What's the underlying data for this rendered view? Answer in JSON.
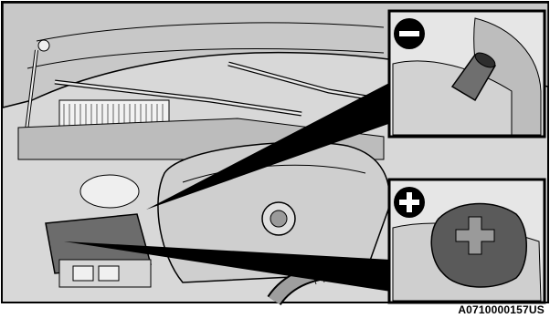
{
  "figure": {
    "code": "A0710000157US",
    "insets": [
      {
        "terminal": "negative",
        "icon": "minus-icon"
      },
      {
        "terminal": "positive",
        "icon": "plus-icon"
      }
    ],
    "colors": {
      "line": "#000000",
      "panel_light": "#e6e6e6",
      "panel_mid": "#bdbdbd",
      "panel_dark": "#6f6f6f",
      "battery": "#5a5a5a",
      "terminal_cap": "#2e2e2e"
    }
  }
}
